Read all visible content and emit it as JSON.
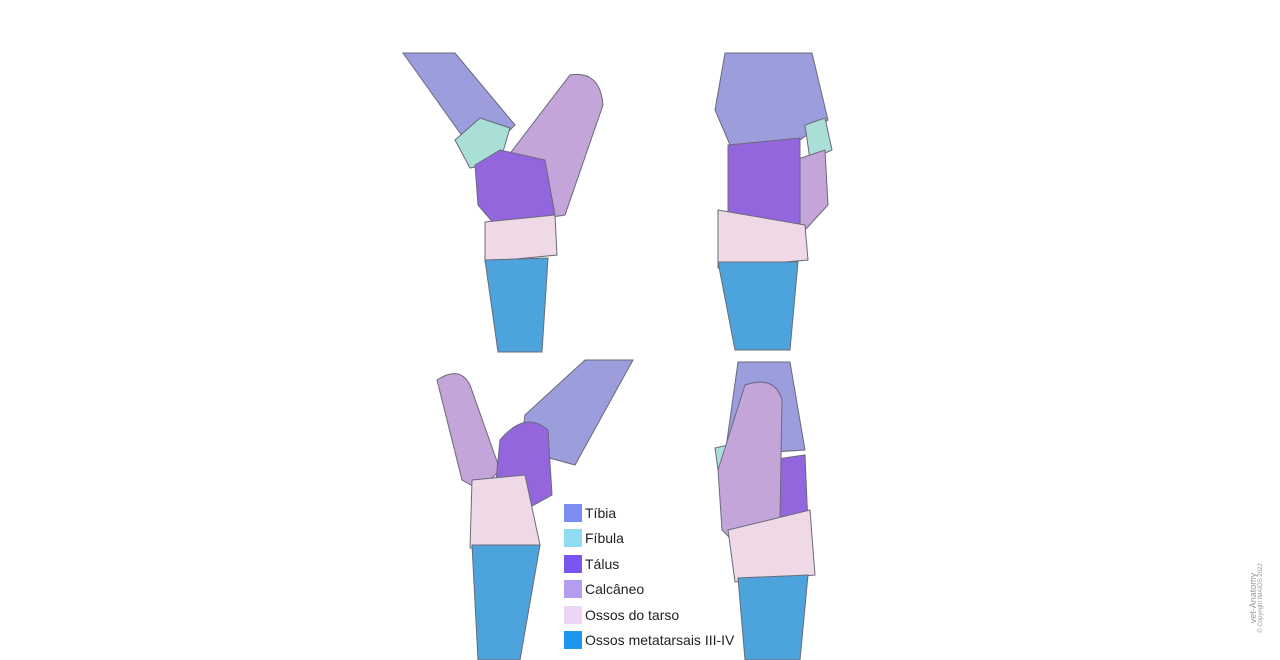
{
  "legend": [
    {
      "label": "Tíbia",
      "color": "#7b8cf5"
    },
    {
      "label": "Fíbula",
      "color": "#8fdcf2"
    },
    {
      "label": "Tálus",
      "color": "#7b55f0"
    },
    {
      "label": "Calcâneo",
      "color": "#b49cf0"
    },
    {
      "label": "Ossos do tarso",
      "color": "#ecd4f4"
    },
    {
      "label": "Ossos metatarsais III-IV",
      "color": "#1e96f0"
    }
  ],
  "illustration_colors": {
    "tibia": "#9c9ddc",
    "fibula": "#a9dfd6",
    "talus": "#9466de",
    "calcaneus": "#c3a5da",
    "tarsus": "#efd9e6",
    "metatarsal": "#4da3db"
  },
  "watermark": {
    "brand": "vet-Anatomy",
    "copyright": "© Copyright IMAIOS 2022"
  }
}
